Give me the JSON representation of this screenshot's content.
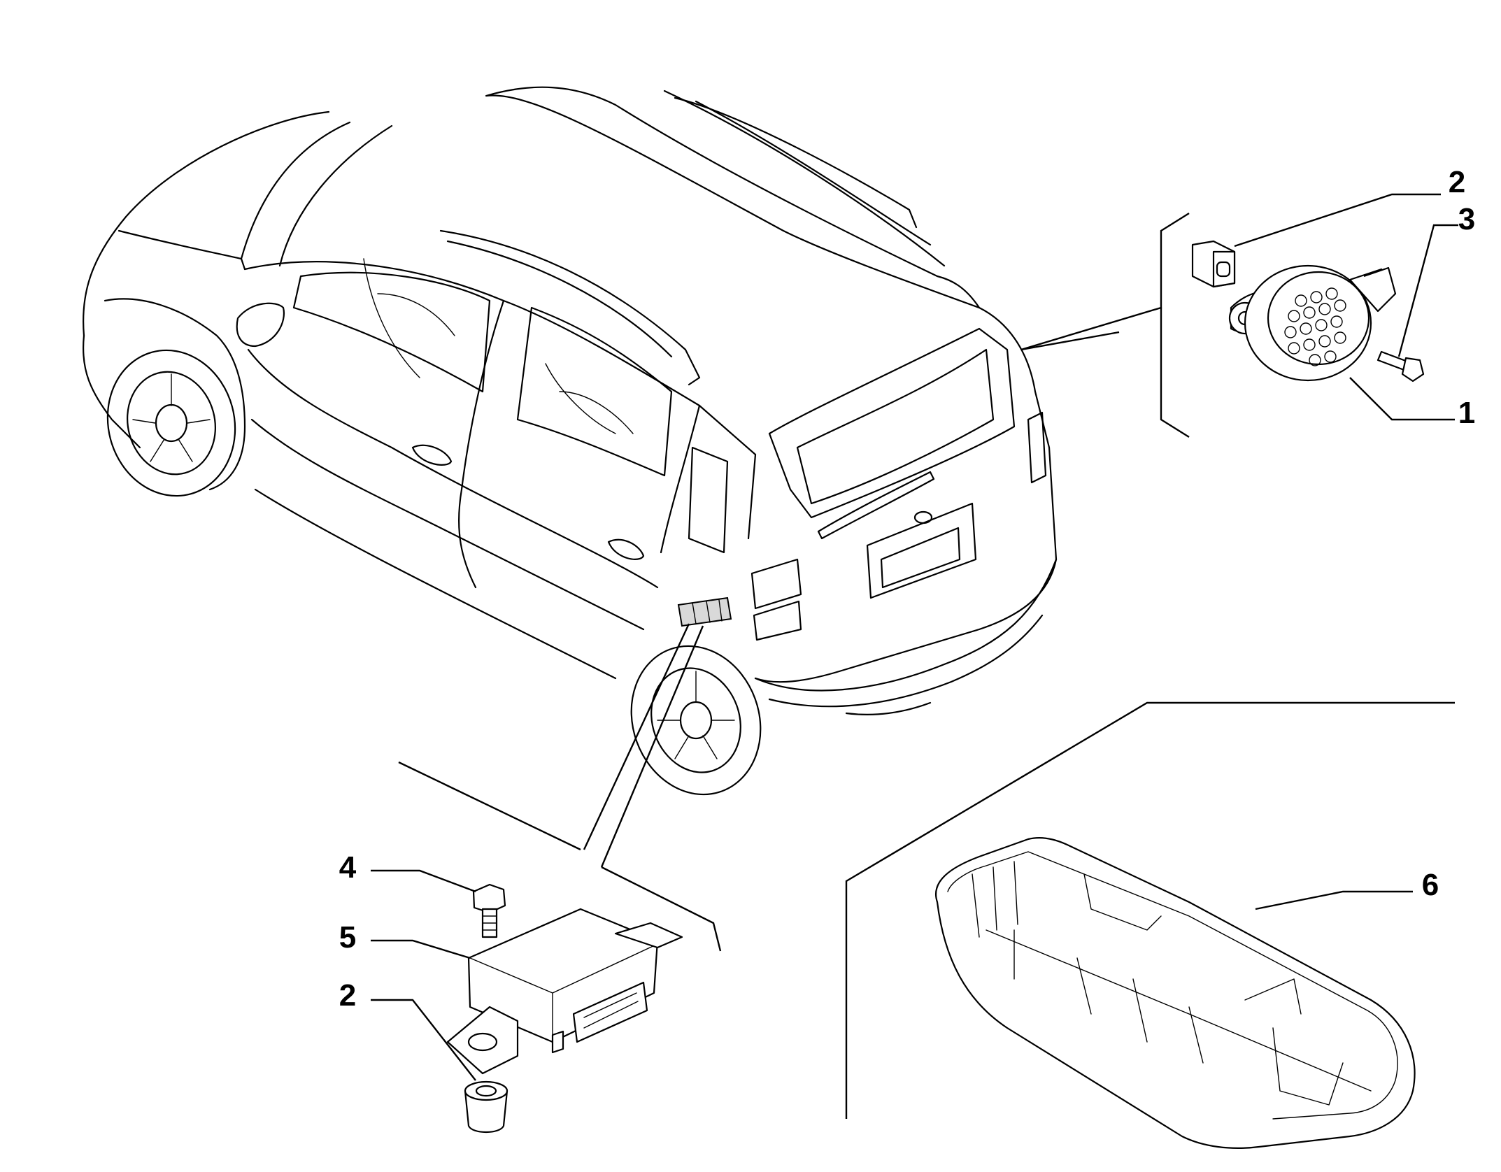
{
  "callouts": [
    {
      "id": "c1",
      "label": "1"
    },
    {
      "id": "c2a",
      "label": "2"
    },
    {
      "id": "c3",
      "label": "3"
    },
    {
      "id": "c4",
      "label": "4"
    },
    {
      "id": "c5",
      "label": "5"
    },
    {
      "id": "c2b",
      "label": "2"
    },
    {
      "id": "c6",
      "label": "6"
    }
  ],
  "colors": {
    "line": "#000000",
    "background": "#ffffff",
    "shading": "#d9d9d9"
  }
}
